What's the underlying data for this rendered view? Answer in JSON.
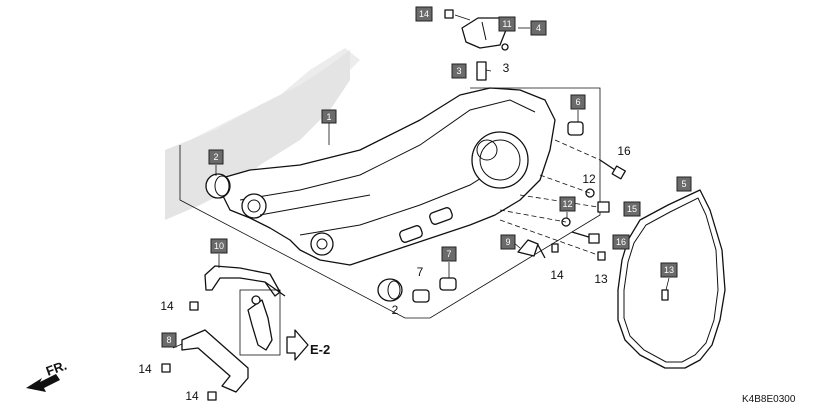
{
  "callouts": {
    "c1": "1",
    "c2": "2",
    "c3": "3",
    "c4": "4",
    "c5": "5",
    "c6": "6",
    "c7": "7",
    "c8": "8",
    "c9": "9",
    "c10": "10",
    "c11": "11",
    "c12": "12",
    "c13": "13",
    "c14": "14",
    "c15": "15",
    "c16": "16"
  },
  "plain_labels": {
    "n2": "2",
    "n3": "3",
    "n7": "7",
    "n12": "12",
    "n13": "13",
    "n14a": "14",
    "n14b": "14",
    "n14c": "14",
    "n14d": "14",
    "n16": "16"
  },
  "reference": "E-2",
  "direction": "FR.",
  "diagram_code": "K4B8E0300",
  "colors": {
    "callout_fill": "#6b6b6b",
    "line": "#111111",
    "shade": "#e4e4e4"
  }
}
